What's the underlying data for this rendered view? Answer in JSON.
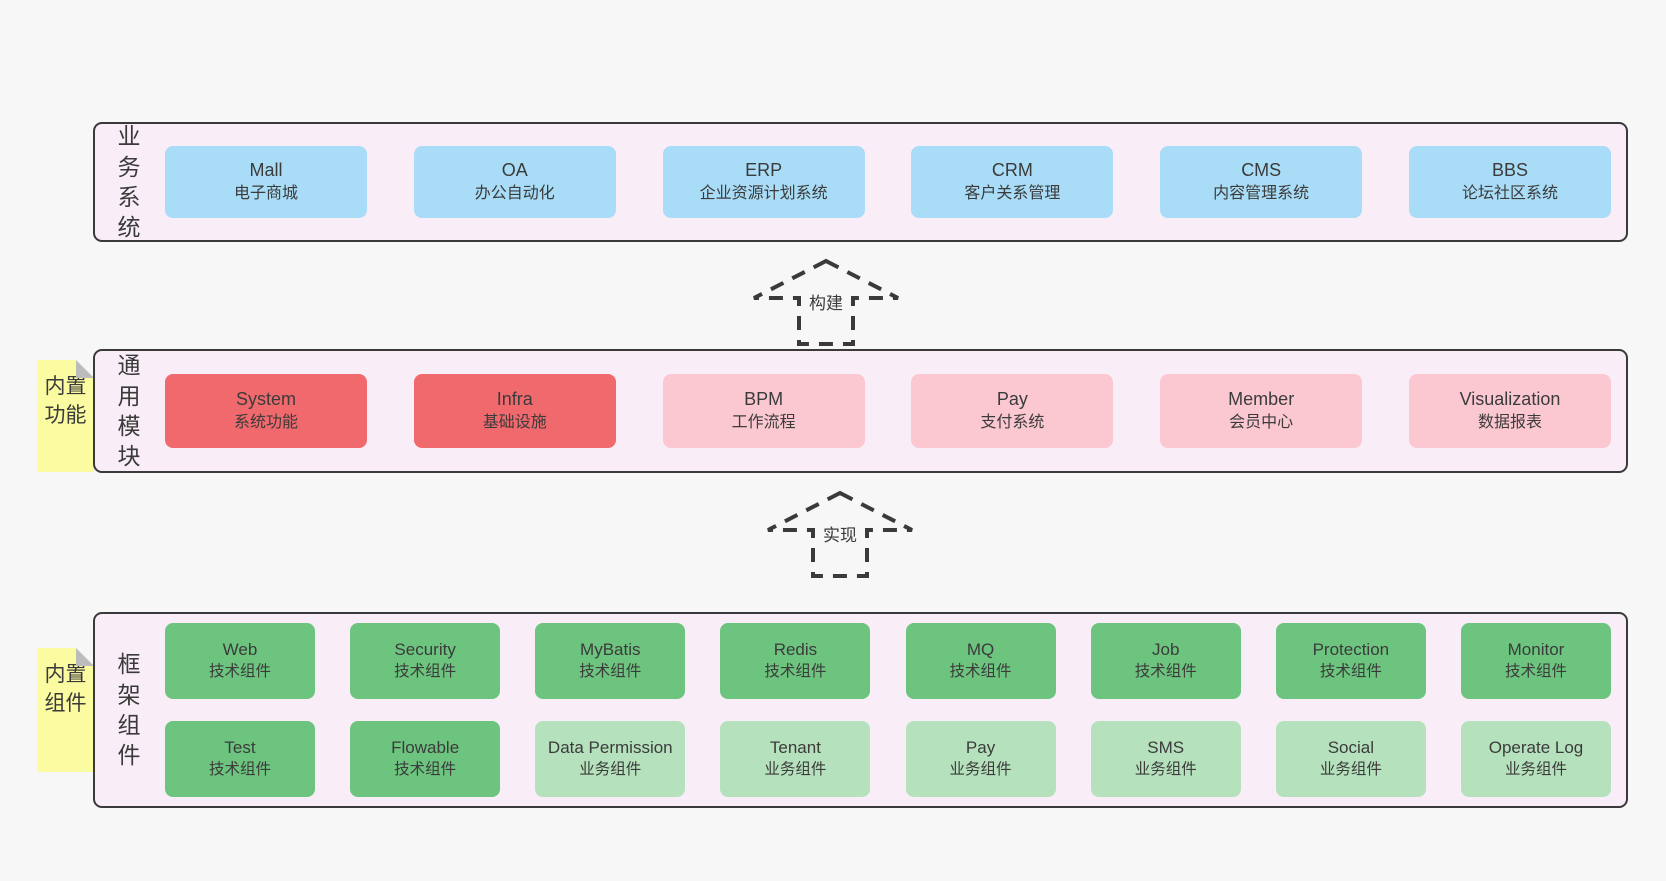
{
  "theme": {
    "page-bg": "#f7f7f7",
    "panel-bg": "#f9eef7",
    "panel-border": "#3a3a3a",
    "box-blue": "#a9dcf7",
    "box-red": "#f0696d",
    "box-pink": "#fbc8d2",
    "box-green": "#6cc47e",
    "box-lightgreen": "#b5e1bc",
    "tag-yellow": "#fbfba1",
    "tag-fold": "#bcbcbc",
    "ink": "#3a3a3a"
  },
  "arrows": {
    "build": "构建",
    "implement": "实现"
  },
  "panels": {
    "business": {
      "label": "业务系统",
      "boxes": [
        {
          "title": "Mall",
          "subtitle": "电子商城"
        },
        {
          "title": "OA",
          "subtitle": "办公自动化"
        },
        {
          "title": "ERP",
          "subtitle": "企业资源计划系统"
        },
        {
          "title": "CRM",
          "subtitle": "客户关系管理"
        },
        {
          "title": "CMS",
          "subtitle": "内容管理系统"
        },
        {
          "title": "BBS",
          "subtitle": "论坛社区系统"
        }
      ]
    },
    "modules": {
      "label": "通用模块",
      "tag": "内置功能",
      "boxes": [
        {
          "title": "System",
          "subtitle": "系统功能"
        },
        {
          "title": "Infra",
          "subtitle": "基础设施"
        },
        {
          "title": "BPM",
          "subtitle": "工作流程"
        },
        {
          "title": "Pay",
          "subtitle": "支付系统"
        },
        {
          "title": "Member",
          "subtitle": "会员中心"
        },
        {
          "title": "Visualization",
          "subtitle": "数据报表"
        }
      ]
    },
    "framework": {
      "label": "框架组件",
      "tag": "内置组件",
      "rows": [
        [
          {
            "title": "Web",
            "subtitle": "技术组件"
          },
          {
            "title": "Security",
            "subtitle": "技术组件"
          },
          {
            "title": "MyBatis",
            "subtitle": "技术组件"
          },
          {
            "title": "Redis",
            "subtitle": "技术组件"
          },
          {
            "title": "MQ",
            "subtitle": "技术组件"
          },
          {
            "title": "Job",
            "subtitle": "技术组件"
          },
          {
            "title": "Protection",
            "subtitle": "技术组件"
          },
          {
            "title": "Monitor",
            "subtitle": "技术组件"
          }
        ],
        [
          {
            "title": "Test",
            "subtitle": "技术组件"
          },
          {
            "title": "Flowable",
            "subtitle": "技术组件"
          },
          {
            "title": "Data Permission",
            "subtitle": "业务组件"
          },
          {
            "title": "Tenant",
            "subtitle": "业务组件"
          },
          {
            "title": "Pay",
            "subtitle": "业务组件"
          },
          {
            "title": "SMS",
            "subtitle": "业务组件"
          },
          {
            "title": "Social",
            "subtitle": "业务组件"
          },
          {
            "title": "Operate Log",
            "subtitle": "业务组件"
          }
        ]
      ]
    }
  }
}
